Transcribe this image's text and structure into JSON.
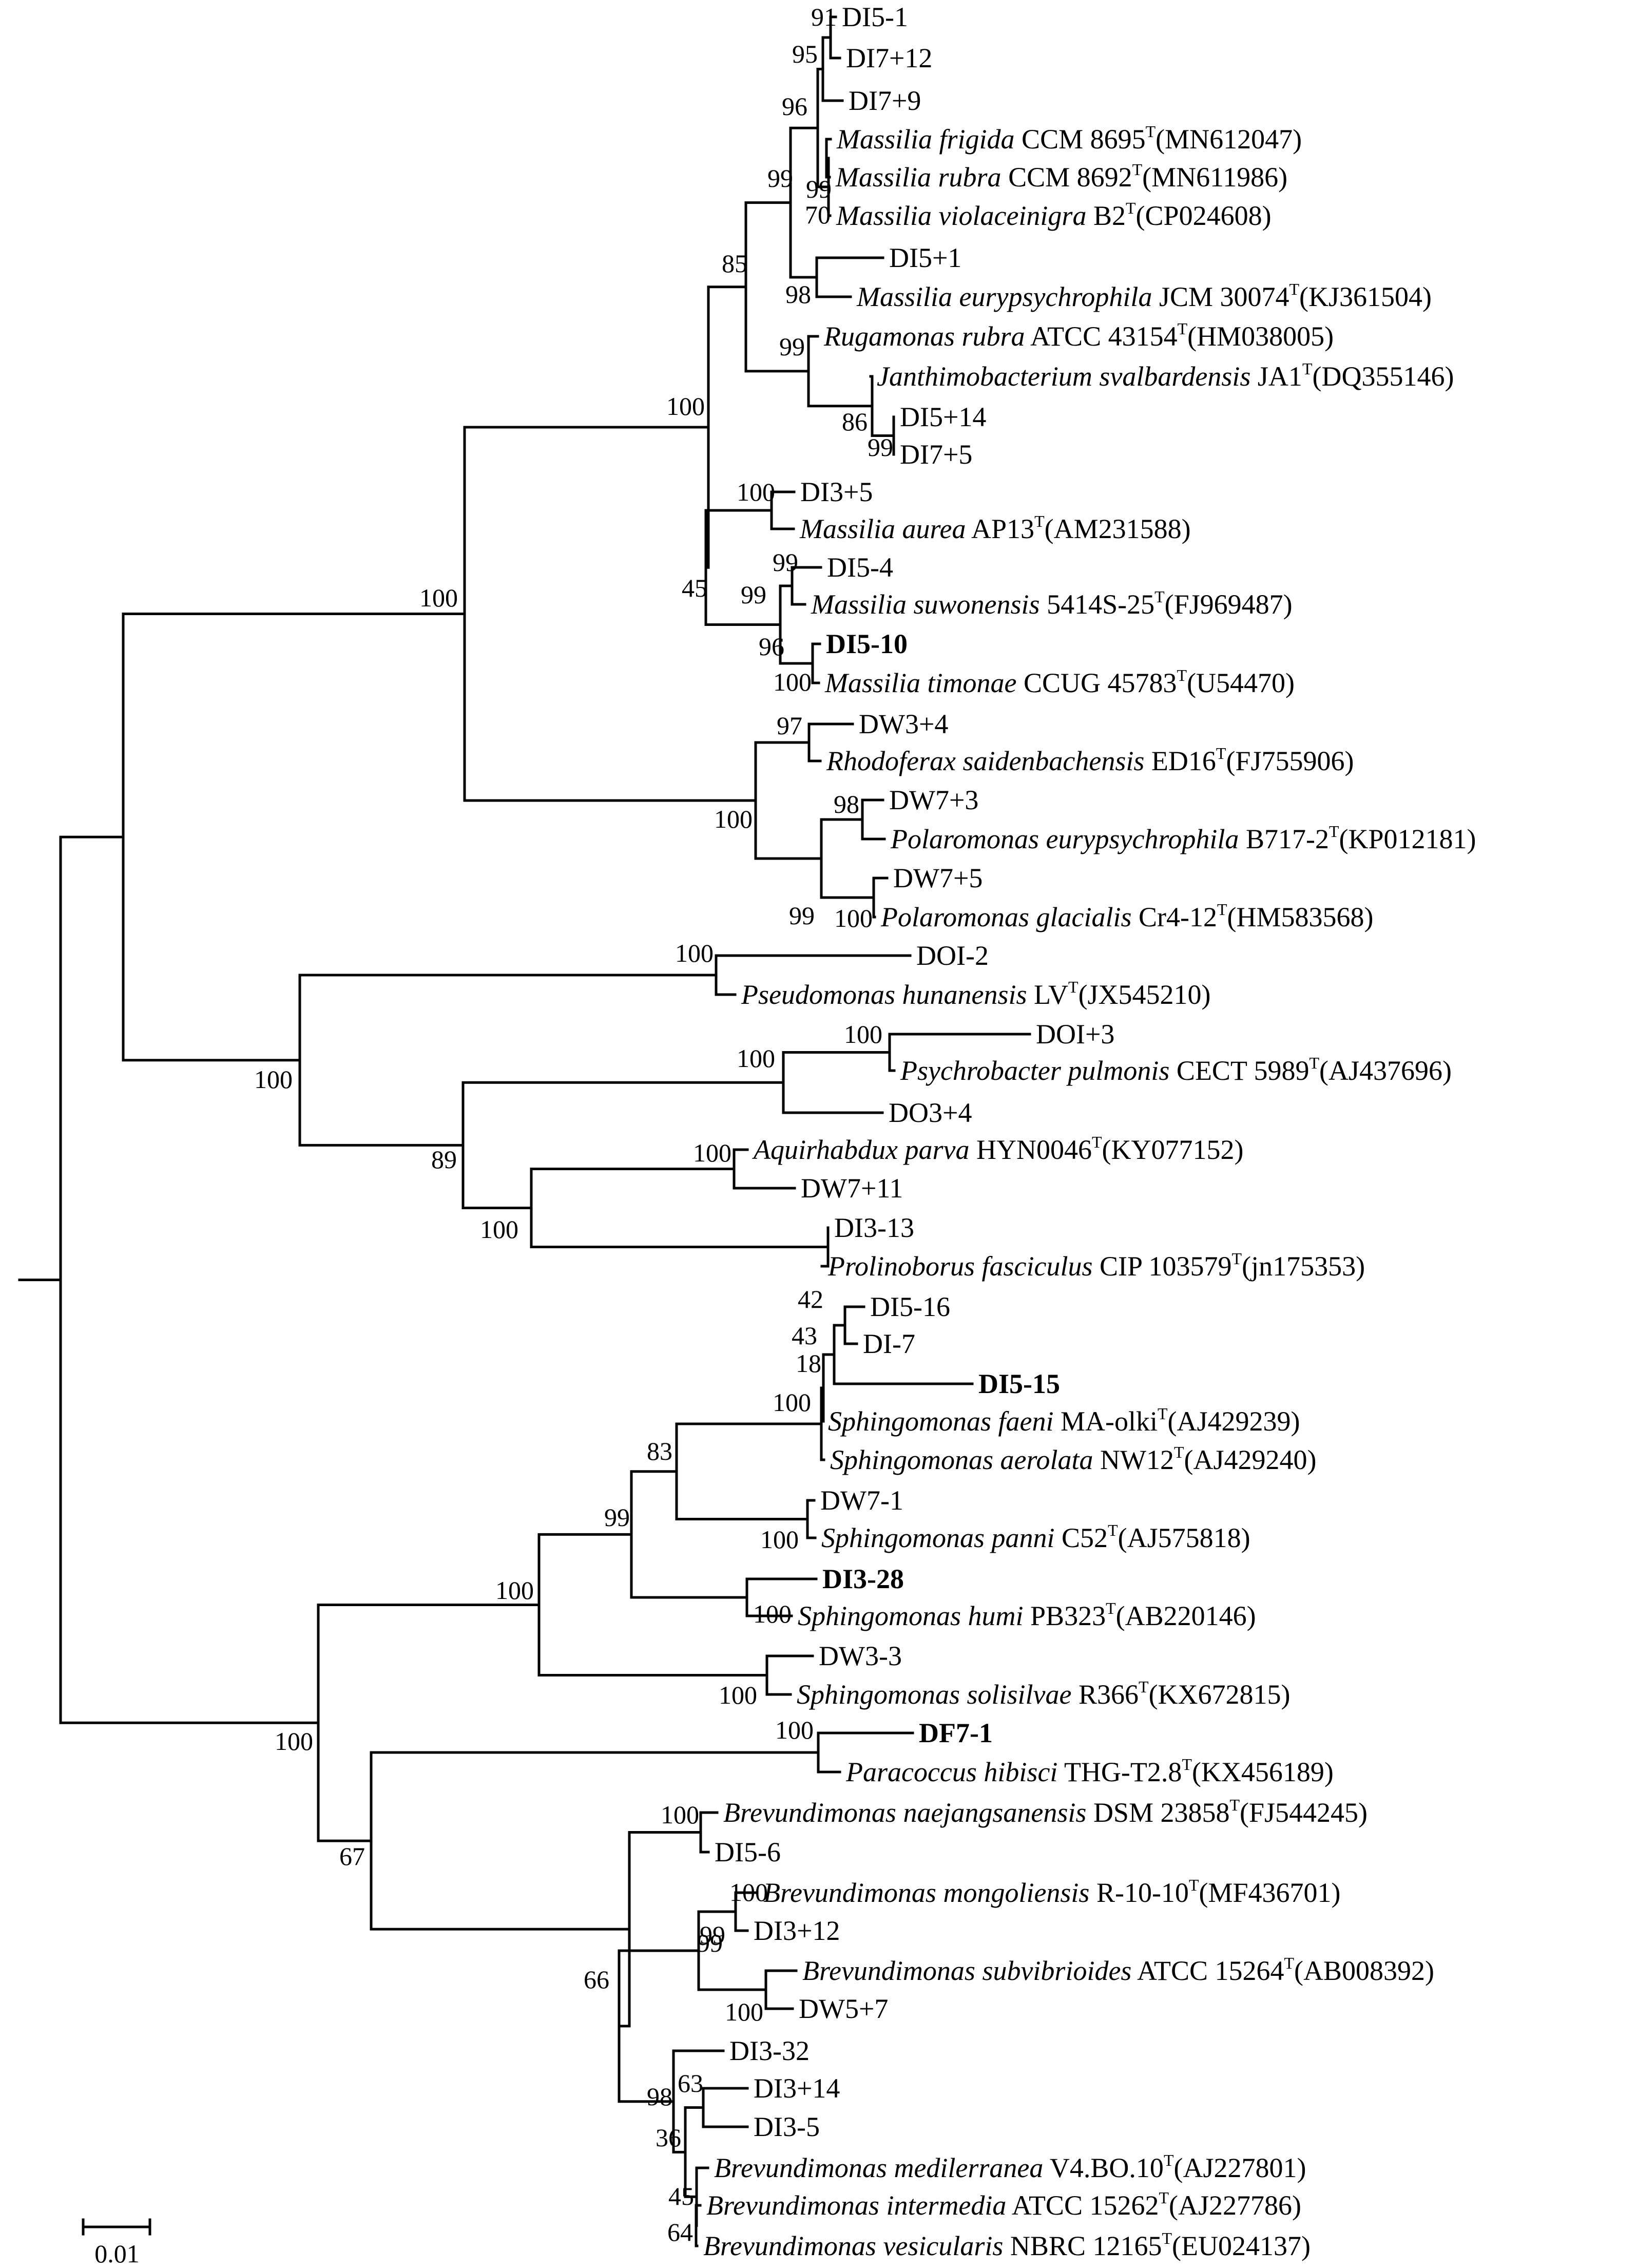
{
  "scale_bar": {
    "label": "0.01"
  },
  "taxa": [
    {
      "id": "t1",
      "plain": "DI5-1",
      "bold": false
    },
    {
      "id": "t2",
      "plain": "DI7+12",
      "bold": false
    },
    {
      "id": "t3",
      "plain": "DI7+9",
      "bold": false
    },
    {
      "id": "t4",
      "italic": "Massilia frigida",
      "plain": " CCM 8695",
      "sup": "T",
      "acc": "(MN612047)"
    },
    {
      "id": "t5",
      "italic": "Massilia rubra",
      "plain": " CCM 8692",
      "sup": "T",
      "acc": "(MN611986)"
    },
    {
      "id": "t6",
      "italic": "Massilia violaceinigra",
      "plain": " B2",
      "sup": "T",
      "acc": "(CP024608)"
    },
    {
      "id": "t7",
      "plain": "DI5+1",
      "bold": false
    },
    {
      "id": "t8",
      "italic": "Massilia eurypsychrophila",
      "plain": " JCM 30074",
      "sup": "T",
      "acc": "(KJ361504)"
    },
    {
      "id": "t9",
      "italic": "Rugamonas rubra",
      "plain": " ATCC 43154",
      "sup": "T",
      "acc": "(HM038005)"
    },
    {
      "id": "t10",
      "italic": "Janthimobacterium svalbardensis",
      "plain": " JA1",
      "sup": "T",
      "acc": "(DQ355146)"
    },
    {
      "id": "t11",
      "plain": "DI5+14",
      "bold": false
    },
    {
      "id": "t12",
      "plain": "DI7+5",
      "bold": false
    },
    {
      "id": "t13",
      "plain": "DI3+5",
      "bold": false
    },
    {
      "id": "t14",
      "italic": "Massilia aurea",
      "plain": " AP13",
      "sup": "T",
      "acc": "(AM231588)"
    },
    {
      "id": "t15",
      "plain": "DI5-4",
      "bold": false
    },
    {
      "id": "t16",
      "italic": "Massilia suwonensis",
      "plain": " 5414S-25",
      "sup": "T",
      "acc": "(FJ969487)"
    },
    {
      "id": "t17",
      "plain": "DI5-10",
      "bold": true
    },
    {
      "id": "t18",
      "italic": "Massilia timonae",
      "plain": " CCUG 45783",
      "sup": "T",
      "acc": "(U54470)"
    },
    {
      "id": "t19",
      "plain": "DW3+4",
      "bold": false
    },
    {
      "id": "t20",
      "italic": "Rhodoferax saidenbachensis",
      "plain": " ED16",
      "sup": "T",
      "acc": "(FJ755906)"
    },
    {
      "id": "t21",
      "plain": "DW7+3",
      "bold": false
    },
    {
      "id": "t22",
      "italic": "Polaromonas eurypsychrophila",
      "plain": " B717-2",
      "sup": "T",
      "acc": "(KP012181)"
    },
    {
      "id": "t23",
      "plain": "DW7+5",
      "bold": false
    },
    {
      "id": "t24",
      "italic": "Polaromonas glacialis",
      "plain": " Cr4-12",
      "sup": "T",
      "acc": "(HM583568)"
    },
    {
      "id": "t25",
      "plain": "DOI-2",
      "bold": false
    },
    {
      "id": "t26",
      "italic": "Pseudomonas hunanensis",
      "plain": " LV",
      "sup": "T",
      "acc": "(JX545210)"
    },
    {
      "id": "t27",
      "plain": "DOI+3",
      "bold": false
    },
    {
      "id": "t28",
      "italic": "Psychrobacter pulmonis",
      "plain": " CECT 5989",
      "sup": "T",
      "acc": "(AJ437696)"
    },
    {
      "id": "t29",
      "plain": "DO3+4",
      "bold": false
    },
    {
      "id": "t30",
      "italic": "Aquirhabdux parva",
      "plain": " HYN0046",
      "sup": "T",
      "acc": "(KY077152)"
    },
    {
      "id": "t31",
      "plain": "DW7+11",
      "bold": false
    },
    {
      "id": "t32",
      "plain": "DI3-13",
      "bold": false
    },
    {
      "id": "t33",
      "italic": "Prolinoborus fasciculus",
      "plain": " CIP 103579",
      "sup": "T",
      "acc": "(jn175353)"
    },
    {
      "id": "t34",
      "plain": "DI5-16",
      "bold": false
    },
    {
      "id": "t35",
      "plain": "DI-7",
      "bold": false
    },
    {
      "id": "t36",
      "plain": "DI5-15",
      "bold": true
    },
    {
      "id": "t37",
      "italic": "Sphingomonas faeni",
      "plain": " MA-olki",
      "sup": "T",
      "acc": "(AJ429239)"
    },
    {
      "id": "t38",
      "italic": "Sphingomonas aerolata",
      "plain": " NW12",
      "sup": "T",
      "acc": "(AJ429240)"
    },
    {
      "id": "t39",
      "plain": "DW7-1",
      "bold": false
    },
    {
      "id": "t40",
      "italic": "Sphingomonas panni",
      "plain": " C52",
      "sup": "T",
      "acc": "(AJ575818)"
    },
    {
      "id": "t41",
      "plain": "DI3-28",
      "bold": true
    },
    {
      "id": "t42",
      "italic": "Sphingomonas humi",
      "plain": " PB323",
      "sup": "T",
      "acc": "(AB220146)"
    },
    {
      "id": "t43",
      "plain": "DW3-3",
      "bold": false
    },
    {
      "id": "t44",
      "italic": "Sphingomonas solisilvae",
      "plain": " R366",
      "sup": "T",
      "acc": "(KX672815)"
    },
    {
      "id": "t45",
      "plain": "DF7-1",
      "bold": true
    },
    {
      "id": "t46",
      "italic": "Paracoccus hibisci",
      "plain": " THG-T2.8",
      "sup": "T",
      "acc": "(KX456189)"
    },
    {
      "id": "t47",
      "italic": "Brevundimonas naejangsanensis",
      "plain": " DSM 23858",
      "sup": "T",
      "acc": "(FJ544245)"
    },
    {
      "id": "t48",
      "plain": "DI5-6",
      "bold": false
    },
    {
      "id": "t49",
      "italic": "Brevundimonas mongoliensis",
      "plain": " R-10-10",
      "sup": "T",
      "acc": "(MF436701)"
    },
    {
      "id": "t50",
      "plain": "DI3+12",
      "bold": false
    },
    {
      "id": "t51",
      "italic": "Brevundimonas subvibrioides",
      "plain": " ATCC 15264",
      "sup": "T",
      "acc": "(AB008392)"
    },
    {
      "id": "t52",
      "plain": "DW5+7",
      "bold": false
    },
    {
      "id": "t53",
      "plain": "DI3-32",
      "bold": false
    },
    {
      "id": "t54",
      "plain": "DI3+14",
      "bold": false
    },
    {
      "id": "t55",
      "plain": "DI3-5",
      "bold": false
    },
    {
      "id": "t56",
      "italic": "Brevundimonas medilerranea",
      "plain": " V4.BO.10",
      "sup": "T",
      "acc": "(AJ227801)"
    },
    {
      "id": "t57",
      "italic": "Brevundimonas intermedia",
      "plain": " ATCC 15262",
      "sup": "T",
      "acc": "(AJ227786)"
    },
    {
      "id": "t58",
      "italic": "Brevundimonas vesicularis",
      "plain": " NBRC 12165",
      "sup": "T",
      "acc": "(EU024137)"
    }
  ],
  "bootstrap": {
    "n1": "91",
    "n2": "95",
    "n3": "96",
    "n4": "99",
    "n5": "70",
    "n6": "99",
    "n7": "98",
    "n8": "85",
    "n9": "99",
    "n10": "86",
    "n11": "99",
    "n12": "100",
    "n13": "100",
    "n14": "99",
    "n15": "45",
    "n16": "96",
    "n17": "99",
    "n18": "100",
    "n19": "97",
    "n20": "100",
    "n21": "98",
    "n22": "99",
    "n23": "100",
    "n24": "100",
    "n25": "100",
    "n26": "100",
    "n27": "100",
    "n28": "100",
    "n29": "100",
    "n30": "89",
    "n31": "100",
    "n32": "42",
    "n33": "43",
    "n34": "18",
    "n35": "100",
    "n36": "83",
    "n37": "100",
    "n38": "99",
    "n39": "100",
    "n40": "100",
    "n41": "100",
    "n42": "100",
    "n43": "100",
    "n44": "67",
    "n45": "100",
    "n46": "99",
    "n47": "100",
    "n48": "99",
    "n49": "100",
    "n50": "66",
    "n51": "63",
    "n52": "98",
    "n53": "36",
    "n54": "45",
    "n55": "64"
  }
}
